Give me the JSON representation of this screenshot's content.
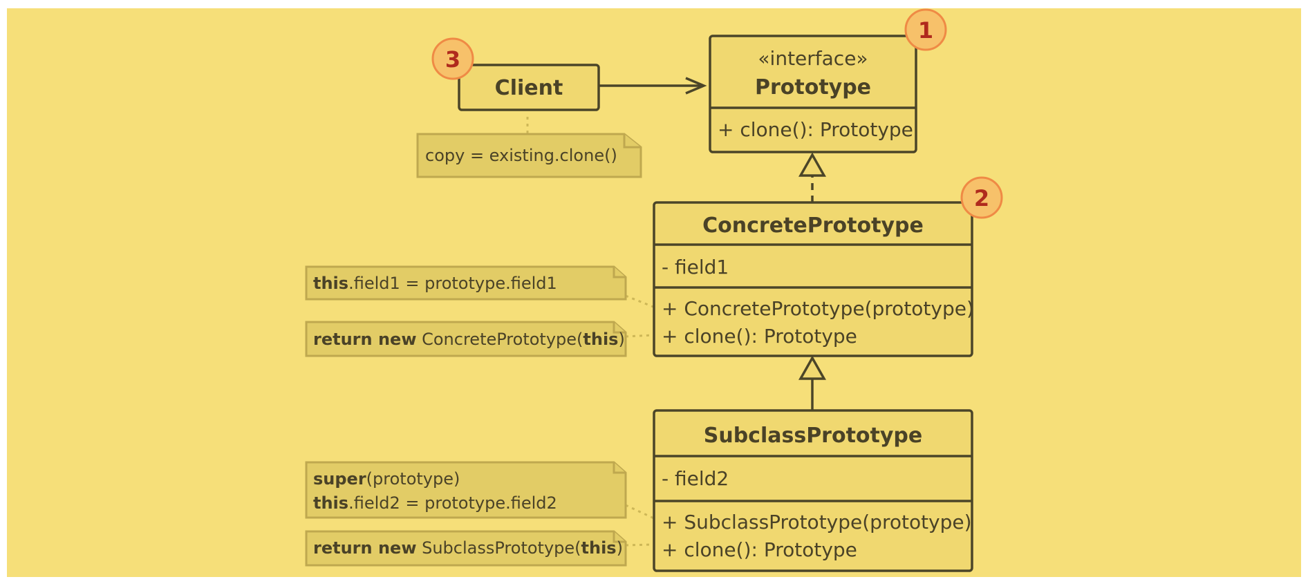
{
  "client": {
    "title": "Client"
  },
  "client_note": {
    "text": "copy = existing.clone()"
  },
  "prototype": {
    "stereotype": "«interface»",
    "title": "Prototype",
    "methods": [
      "+ clone(): Prototype"
    ]
  },
  "concrete": {
    "title": "ConcretePrototype",
    "fields": [
      "- field1"
    ],
    "methods": [
      "+ ConcretePrototype(prototype)",
      "+ clone(): Prototype"
    ]
  },
  "concrete_notes": {
    "ctor": {
      "kw1": "this",
      "rest1": ".field1 = prototype.field1"
    },
    "clone": {
      "kw1": "return new",
      "mid": " ConcretePrototype(",
      "kw2": "this",
      "end": ")"
    }
  },
  "subclass": {
    "title": "SubclassPrototype",
    "fields": [
      "- field2"
    ],
    "methods": [
      "+ SubclassPrototype(prototype)",
      "+ clone(): Prototype"
    ]
  },
  "subclass_notes": {
    "ctor": {
      "line1_kw": "super",
      "line1_rest": "(prototype)",
      "line2_kw": "this",
      "line2_rest": ".field2 = prototype.field2"
    },
    "clone": {
      "kw1": "return new",
      "mid": " SubclassPrototype(",
      "kw2": "this",
      "end": ")"
    }
  },
  "badges": [
    "1",
    "2",
    "3"
  ],
  "colors": {
    "background": "#f6df79",
    "box_fill": "#f0d870",
    "box_stroke": "#4b4528",
    "note_fill": "#e2cc66",
    "badge_fill": "#f7c16a",
    "badge_stroke": "#ef8a45",
    "badge_text": "#b02a1d"
  }
}
